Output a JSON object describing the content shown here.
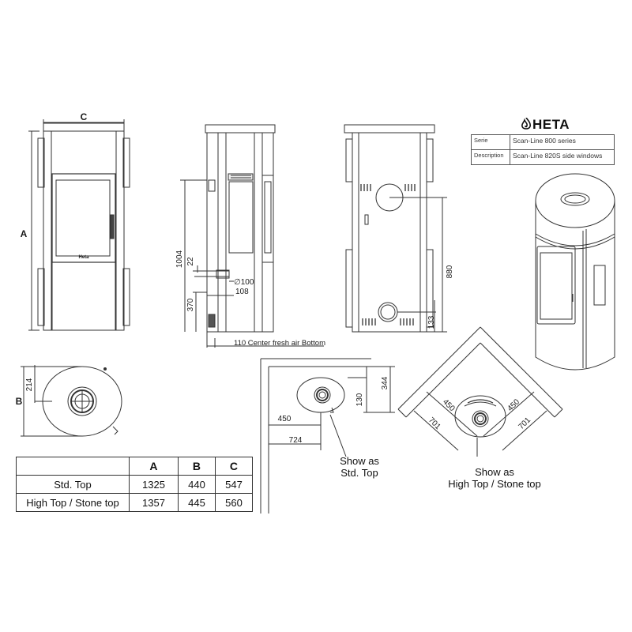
{
  "brand": {
    "name": "HETA"
  },
  "info_table": {
    "rows": [
      {
        "key": "Serie",
        "value": "Scan-Line 800 series"
      },
      {
        "key": "Description",
        "value": "Scan-Line 820S side windows"
      }
    ]
  },
  "front_view": {
    "width_label": "C",
    "height_label": "A",
    "door_logo": "Heta"
  },
  "side_view": {
    "dims": {
      "total": "1004",
      "offset": "22",
      "pipe": "∅100",
      "depth": "108",
      "lower": "370"
    },
    "fresh_air_note": "110 Center fresh air Bottom"
  },
  "back_view": {
    "dims": {
      "pipe_height": "880",
      "air_height": "133"
    }
  },
  "top_view": {
    "depth_value": "214",
    "width_label": "B"
  },
  "wall_install": {
    "dims": {
      "d344": "344",
      "d130": "130",
      "d450": "450",
      "d724": "724"
    },
    "caption_line1": "Show as",
    "caption_line2": "Std. Top"
  },
  "corner_install": {
    "dims": {
      "left450": "450",
      "right450": "450",
      "left701": "701",
      "right701": "701"
    },
    "caption_line1": "Show as",
    "caption_line2": "High Top / Stone top"
  },
  "dimension_table": {
    "headers": [
      "",
      "A",
      "B",
      "C"
    ],
    "rows": [
      [
        "Std.  Top",
        "1325",
        "440",
        "547"
      ],
      [
        "High Top / Stone top",
        "1357",
        "445",
        "560"
      ]
    ]
  },
  "colors": {
    "line": "#333333",
    "accent": "#111111"
  }
}
